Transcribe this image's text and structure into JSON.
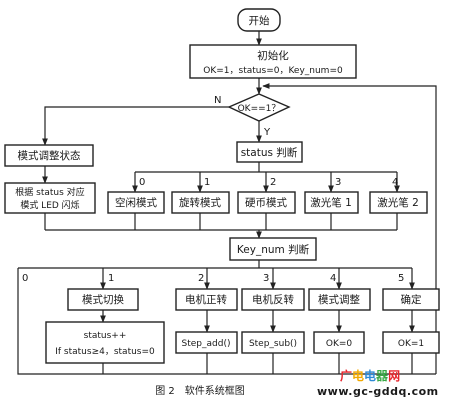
{
  "diagram": {
    "start": "开始",
    "init_title": "初始化",
    "init_values": "OK=1，status=0，Key_num=0",
    "decision": "OK==1？",
    "branch_no": "N",
    "branch_yes": "Y",
    "mode_adjust_state": "模式调整状态",
    "led_line1": "根据 status 对应",
    "led_line2": "模式 LED 闪烁",
    "status_judge": "status 判断",
    "status_cases": [
      {
        "num": "0",
        "label": "空闲模式"
      },
      {
        "num": "1",
        "label": "旋转模式"
      },
      {
        "num": "2",
        "label": "硬币模式"
      },
      {
        "num": "3",
        "label": "激光笔 1"
      },
      {
        "num": "4",
        "label": "激光笔 2"
      }
    ],
    "key_judge": "Key_num 判断",
    "key_cases": [
      {
        "num": "0"
      },
      {
        "num": "1",
        "label": "模式切换",
        "action1": "status++",
        "action2": "If status≥4，status=0"
      },
      {
        "num": "2",
        "label": "电机正转",
        "action1": "Step_add()"
      },
      {
        "num": "3",
        "label": "电机反转",
        "action1": "Step_sub()"
      },
      {
        "num": "4",
        "label": "模式调整",
        "action1": "OK=0"
      },
      {
        "num": "5",
        "label": "确定",
        "action1": "OK=1"
      }
    ],
    "caption": "图 2　软件系统框图"
  },
  "watermark": {
    "text": "广电电器网",
    "url": "www.gc-gddq.com",
    "colors": [
      "#e8262d",
      "#f2a900",
      "#2d8ad6",
      "#39a845",
      "#e8262d"
    ]
  },
  "colors": {
    "line": "#222222",
    "text": "#1a1a1a",
    "background": "#ffffff"
  }
}
